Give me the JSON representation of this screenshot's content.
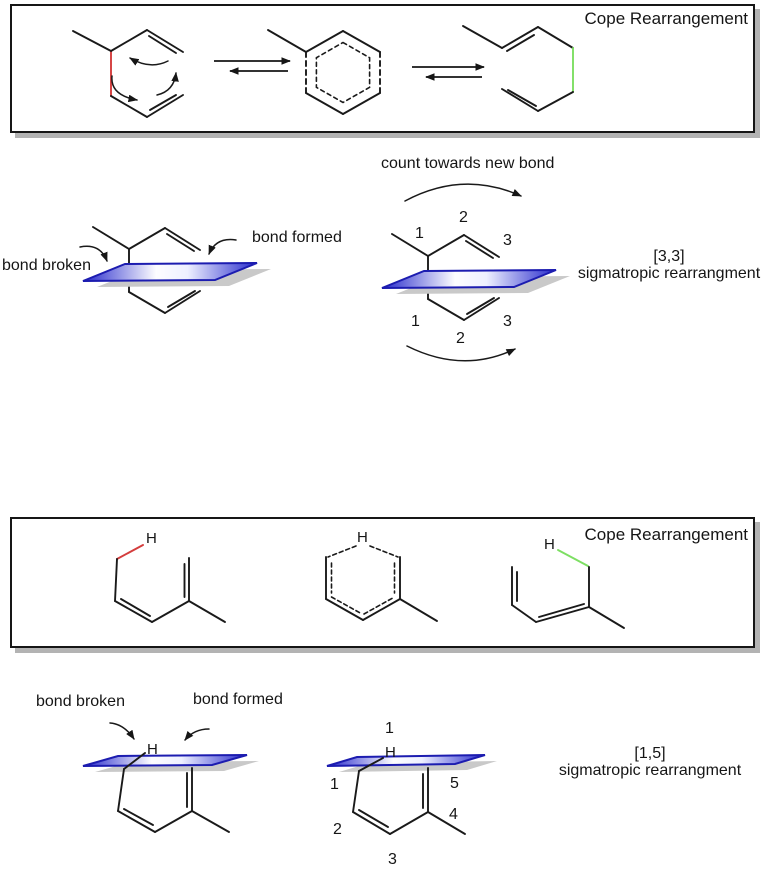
{
  "labels": {
    "h": "H"
  },
  "colors": {
    "bond": "#1a1a1a",
    "bond_broken": "#d43d3d",
    "bond_formed": "#7ddf63",
    "plane_blue": "#2629cc",
    "plane_stroke": "#1c1cb0",
    "shadow": "#c9c9c9"
  },
  "box1": {
    "title": "Cope Rearrangement"
  },
  "box2": {
    "title": "Cope Rearrangement"
  },
  "sigmatropic33": {
    "count_arrow_label": "count towards new bond",
    "bond_broken_label": "bond broken",
    "bond_formed_label": "bond formed",
    "top_numbers": [
      "1",
      "2",
      "3"
    ],
    "bottom_numbers": [
      "1",
      "2",
      "3"
    ],
    "bracket": "[3,3]",
    "name": "sigmatropic rearrangment"
  },
  "sigmatropic15": {
    "bond_broken_label": "bond broken",
    "bond_formed_label": "bond formed",
    "migrating_h_number": "1",
    "chain_numbers": [
      "1",
      "2",
      "3",
      "4",
      "5"
    ],
    "bracket": "[1,5]",
    "name": "sigmatropic rearrangment"
  }
}
